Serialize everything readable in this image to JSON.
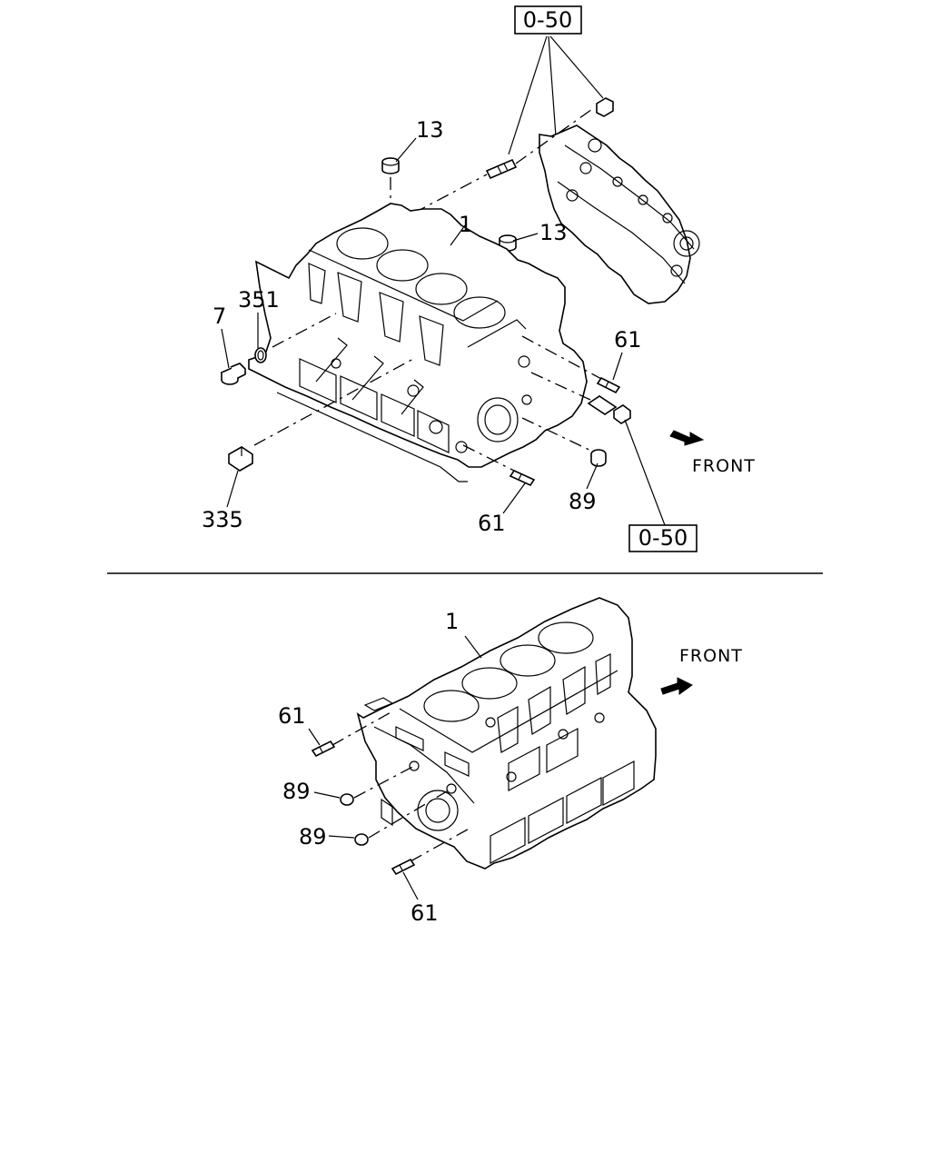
{
  "top_view": {
    "ref_label_top": "0-50",
    "ref_label_bottom": "0-50",
    "front_label": "FRONT",
    "callouts": {
      "c13a": "13",
      "c13b": "13",
      "c1": "1",
      "c351": "351",
      "c7": "7",
      "c61a": "61",
      "c61b": "61",
      "c89": "89",
      "c335": "335"
    }
  },
  "bottom_view": {
    "front_label": "FRONT",
    "callouts": {
      "c1": "1",
      "c61a": "61",
      "c89a": "89",
      "c89b": "89",
      "c61b": "61"
    }
  }
}
